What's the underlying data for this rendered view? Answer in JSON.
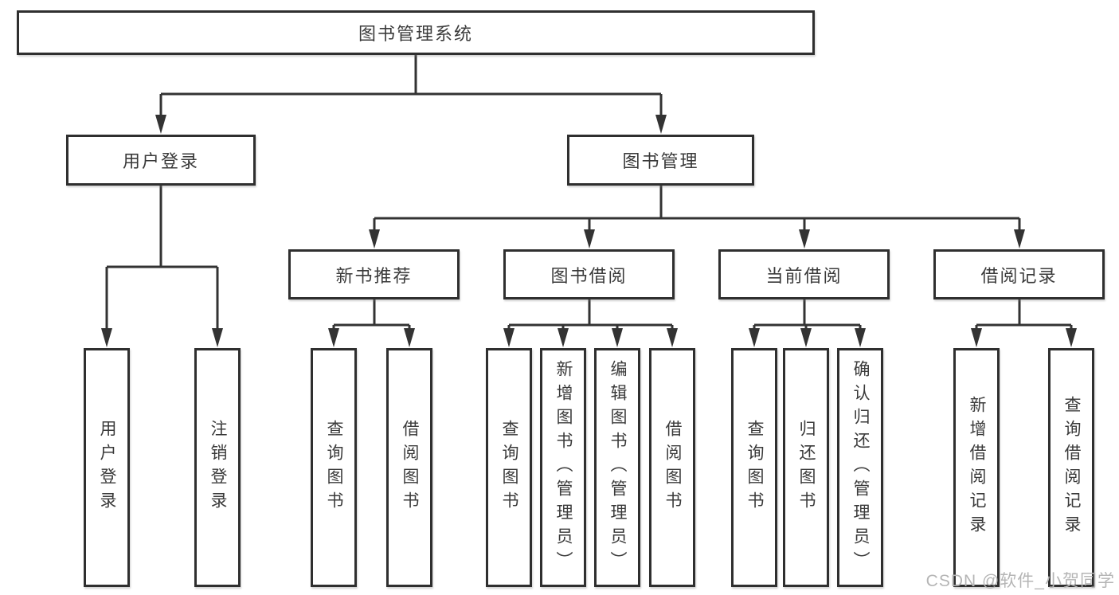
{
  "tree": {
    "label": "图书管理系统",
    "children": [
      {
        "label": "用户登录",
        "children": [
          {
            "label": "用户登录"
          },
          {
            "label": "注销登录"
          }
        ]
      },
      {
        "label": "图书管理",
        "children": [
          {
            "label": "新书推荐",
            "children": [
              {
                "label": "查询图书"
              },
              {
                "label": "借阅图书"
              }
            ]
          },
          {
            "label": "图书借阅",
            "children": [
              {
                "label": "查询图书"
              },
              {
                "label": "新增图书（管理员）"
              },
              {
                "label": "编辑图书（管理员）"
              },
              {
                "label": "借阅图书"
              }
            ]
          },
          {
            "label": "当前借阅",
            "children": [
              {
                "label": "查询图书"
              },
              {
                "label": "归还图书"
              },
              {
                "label": "确认归还（管理员）"
              }
            ]
          },
          {
            "label": "借阅记录",
            "children": [
              {
                "label": "新增借阅记录"
              },
              {
                "label": "查询借阅记录"
              }
            ]
          }
        ]
      }
    ]
  },
  "watermark": {
    "text": "CSDN @软件_小贺同学",
    "color": "#b5b5b5"
  },
  "colors": {
    "line": "#333333",
    "box_border": "#2f2f2f",
    "box_fill": "#ffffff",
    "text": "#3a3a3a",
    "background": "#ffffff"
  }
}
